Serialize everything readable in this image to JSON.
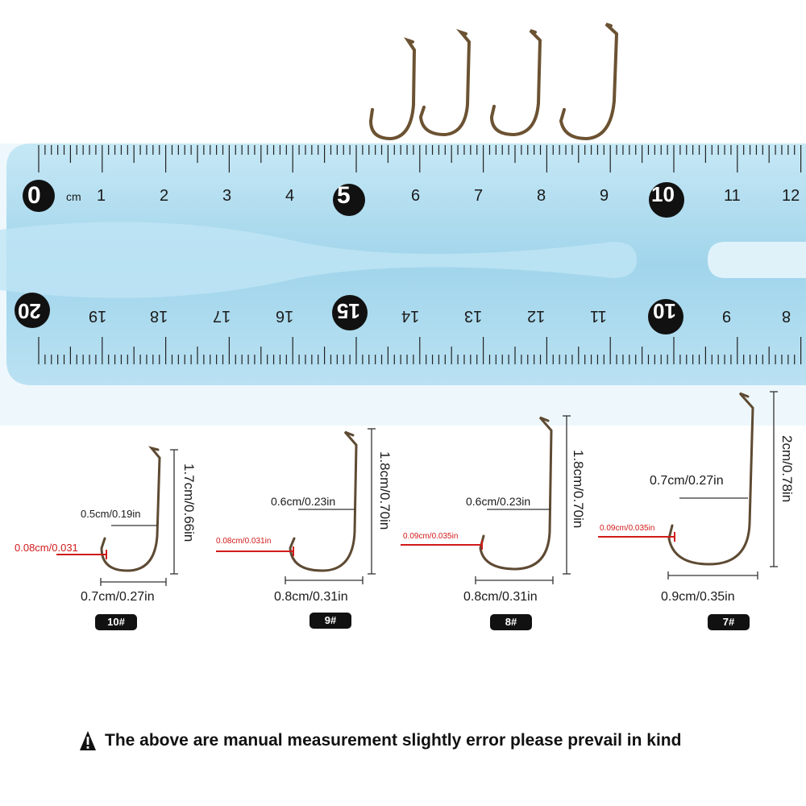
{
  "ruler": {
    "unit": "cm",
    "top_major": [
      "0",
      "5",
      "10"
    ],
    "top_minor": [
      "1",
      "2",
      "3",
      "4",
      "6",
      "7",
      "8",
      "9",
      "11",
      "12"
    ],
    "bottom_major": [
      "20",
      "15",
      "10"
    ],
    "bottom_minor": [
      "19",
      "18",
      "17",
      "16",
      "14",
      "13",
      "12",
      "11",
      "9",
      "8"
    ]
  },
  "hooks": [
    {
      "size_label": "10#",
      "height": "1.7cm/0.66in",
      "gap": "0.5cm/0.19in",
      "barb": "0.08cm/0.031",
      "width": "0.7cm/0.27in"
    },
    {
      "size_label": "9#",
      "height": "1.8cm/0.70in",
      "gap": "0.6cm/0.23in",
      "barb": "0.08cm/0.031in",
      "width": "0.8cm/0.31in"
    },
    {
      "size_label": "8#",
      "height": "1.8cm/0.70in",
      "gap": "0.6cm/0.23in",
      "barb": "0.09cm/0.035in",
      "width": "0.8cm/0.31in"
    },
    {
      "size_label": "7#",
      "height": "2cm/0.78in",
      "gap": "0.7cm/0.27in",
      "barb": "0.09cm/0.035in",
      "width": "0.9cm/0.35in"
    }
  ],
  "notice": "The above are manual measurement slightly error please prevail in kind",
  "colors": {
    "ruler": "#a9d9ee",
    "hook_bronze": "#6b5232",
    "measure_red": "#d11a1a",
    "badge": "#111111"
  }
}
